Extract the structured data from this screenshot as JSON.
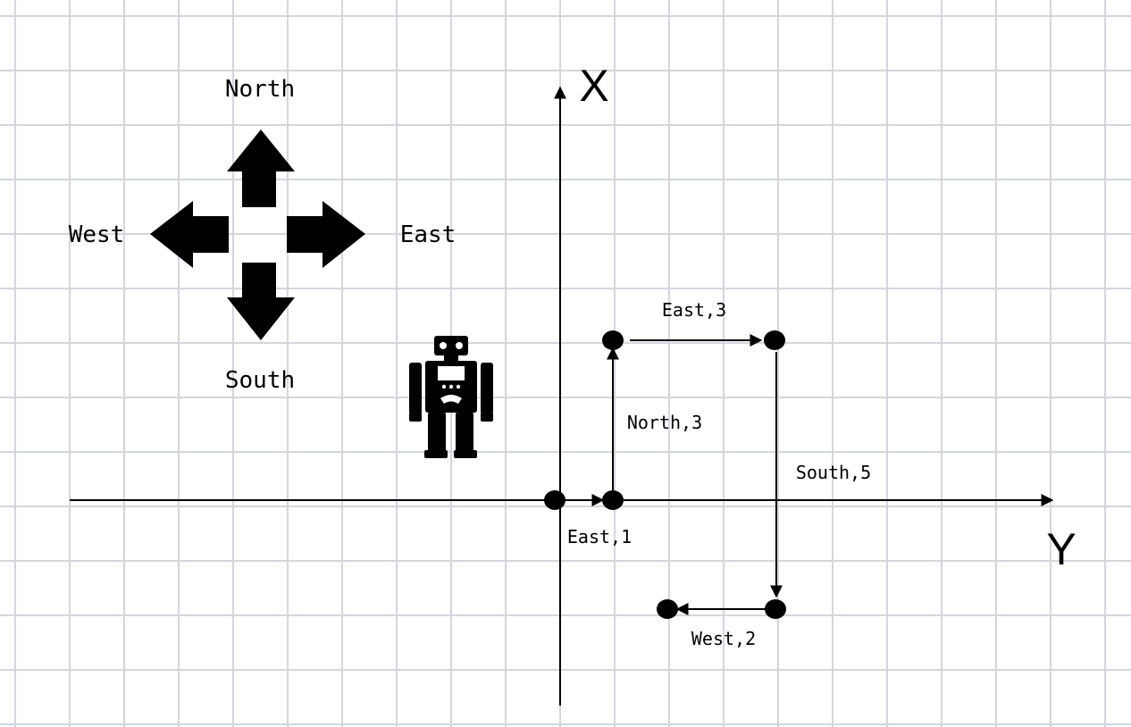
{
  "compass": {
    "north": "North",
    "south": "South",
    "east": "East",
    "west": "West",
    "arrow_color": "#000000",
    "arrow_icons": [
      "arrow-up-icon",
      "arrow-down-icon",
      "arrow-left-icon",
      "arrow-right-icon"
    ]
  },
  "robot": {
    "icon": "robot-icon",
    "color": "#000000"
  },
  "axes": {
    "vertical_label": "X",
    "horizontal_label": "Y"
  },
  "path": {
    "steps": [
      {
        "label": "East,1"
      },
      {
        "label": "North,3"
      },
      {
        "label": "East,3"
      },
      {
        "label": "South,5"
      },
      {
        "label": "West,2"
      }
    ],
    "point_color": "#000000",
    "line_color": "#000000"
  },
  "grid": {
    "line_color": "#d3d6de",
    "background": "#ffffff"
  }
}
